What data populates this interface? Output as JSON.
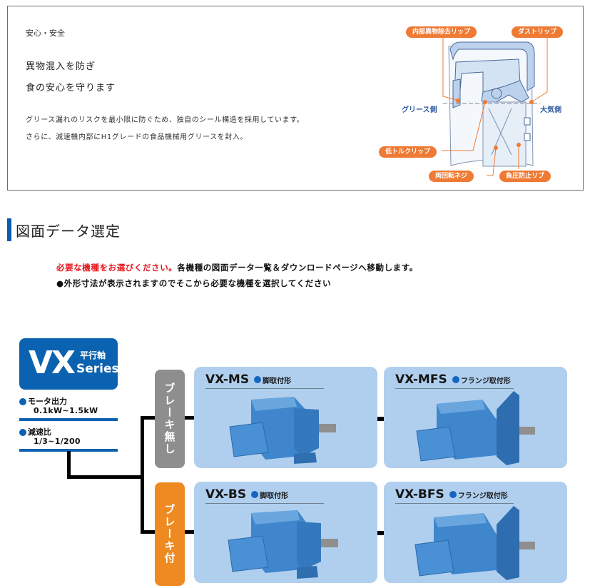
{
  "feature": {
    "small_title": "安心・安全",
    "headline": [
      "異物混入を防ぎ",
      "食の安心を守ります"
    ],
    "body": [
      "グリース漏れのリスクを最小限に防ぐため、独自のシール構造を採用しています。",
      "さらに、減速機内部にH1グレードの食品機械用グリースを封入。"
    ],
    "diagram": {
      "labels": {
        "internal_lip": "内部異物除去リップ",
        "dust_lip": "ダストリップ",
        "low_torque_lip": "低トルクリップ",
        "bidirectional_screw": "両回転ネジ",
        "negative_pressure_rib": "負圧防止リブ"
      },
      "grease_side": "グリース側",
      "air_side": "大気側"
    }
  },
  "section": {
    "title": "図面データ選定",
    "instruction_red": "必要な機種をお選びください。",
    "instruction_rest": "各機種の図面データ一覧＆ダウンロードページへ移動します。",
    "instruction_line2": "●外形寸法が表示されますのでそこから必要な機種を選択してください"
  },
  "series": {
    "name": "VX",
    "subtitle_jp": "平行軸",
    "subtitle_en": "Series",
    "specs": [
      {
        "label": "モータ出力",
        "value": "0.1kW~1.5kW"
      },
      {
        "label": "減速比",
        "value": "1/3~1/200"
      }
    ]
  },
  "brake_groups": [
    {
      "label": "ブレーキ無し",
      "color": "#8e8e8e"
    },
    {
      "label": "ブレーキ付",
      "color": "#ee8a22"
    }
  ],
  "models": [
    {
      "name": "VX-MS",
      "type": "脚取付形"
    },
    {
      "name": "VX-MFS",
      "type": "フランジ取付形"
    },
    {
      "name": "VX-BS",
      "type": "脚取付形"
    },
    {
      "name": "VX-BFS",
      "type": "フランジ取付形"
    }
  ],
  "colors": {
    "brand_blue": "#0b62b0",
    "card_bg": "#b0cfee",
    "accent_red": "#e8141b",
    "label_orange": "#ef7a33"
  }
}
